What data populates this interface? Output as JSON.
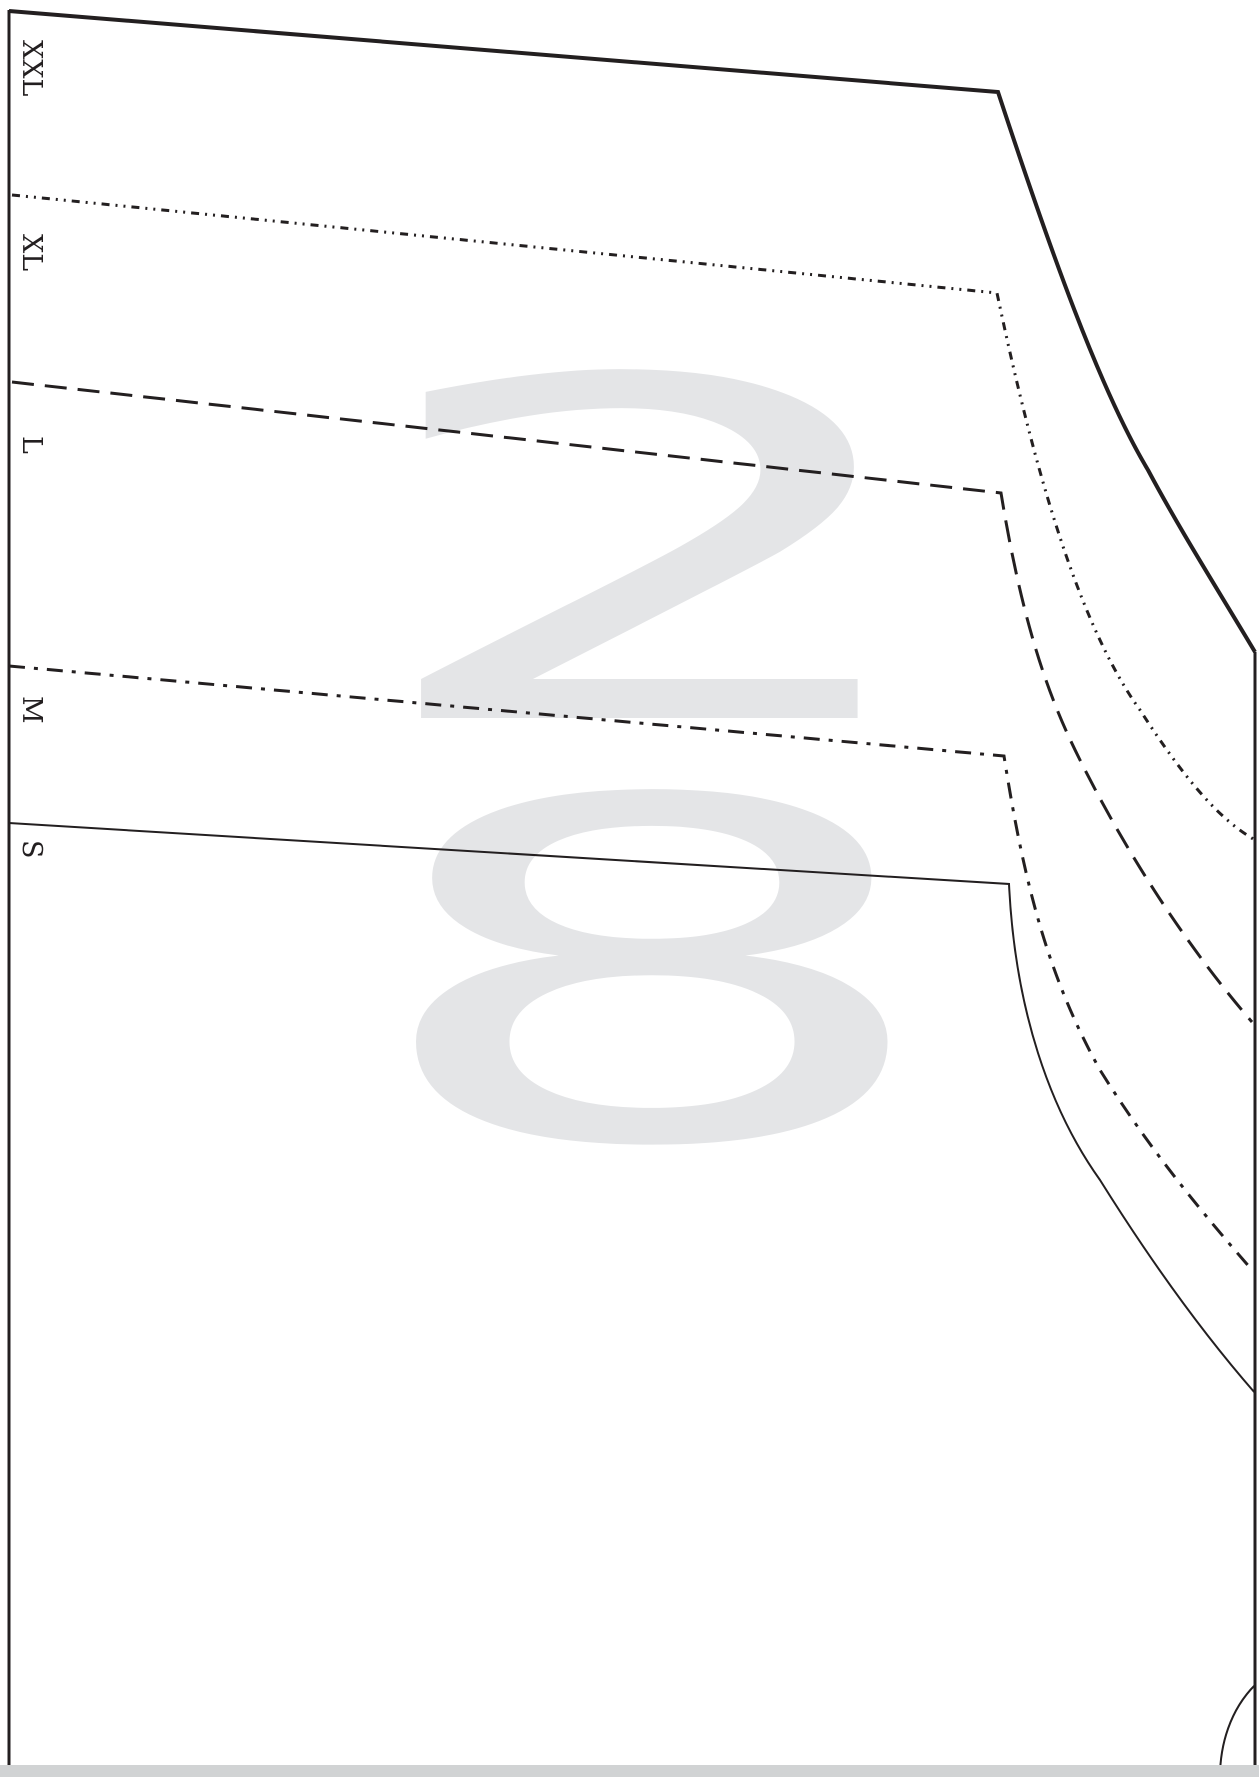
{
  "sheet": {
    "page_number": "28",
    "page_number_digits": [
      "2",
      "8"
    ],
    "watermark_color": "#e4e5e7",
    "line_color": "#231f20",
    "margin_band_color": "#d1d3d4"
  },
  "size_labels": [
    "XXL",
    "XL",
    "L",
    "M",
    "S"
  ],
  "size_line_styles": {
    "XXL": "solid-heavy",
    "XL": "dash-dot-dot",
    "L": "long-dash",
    "M": "dash-dot",
    "S": "solid-thin"
  }
}
